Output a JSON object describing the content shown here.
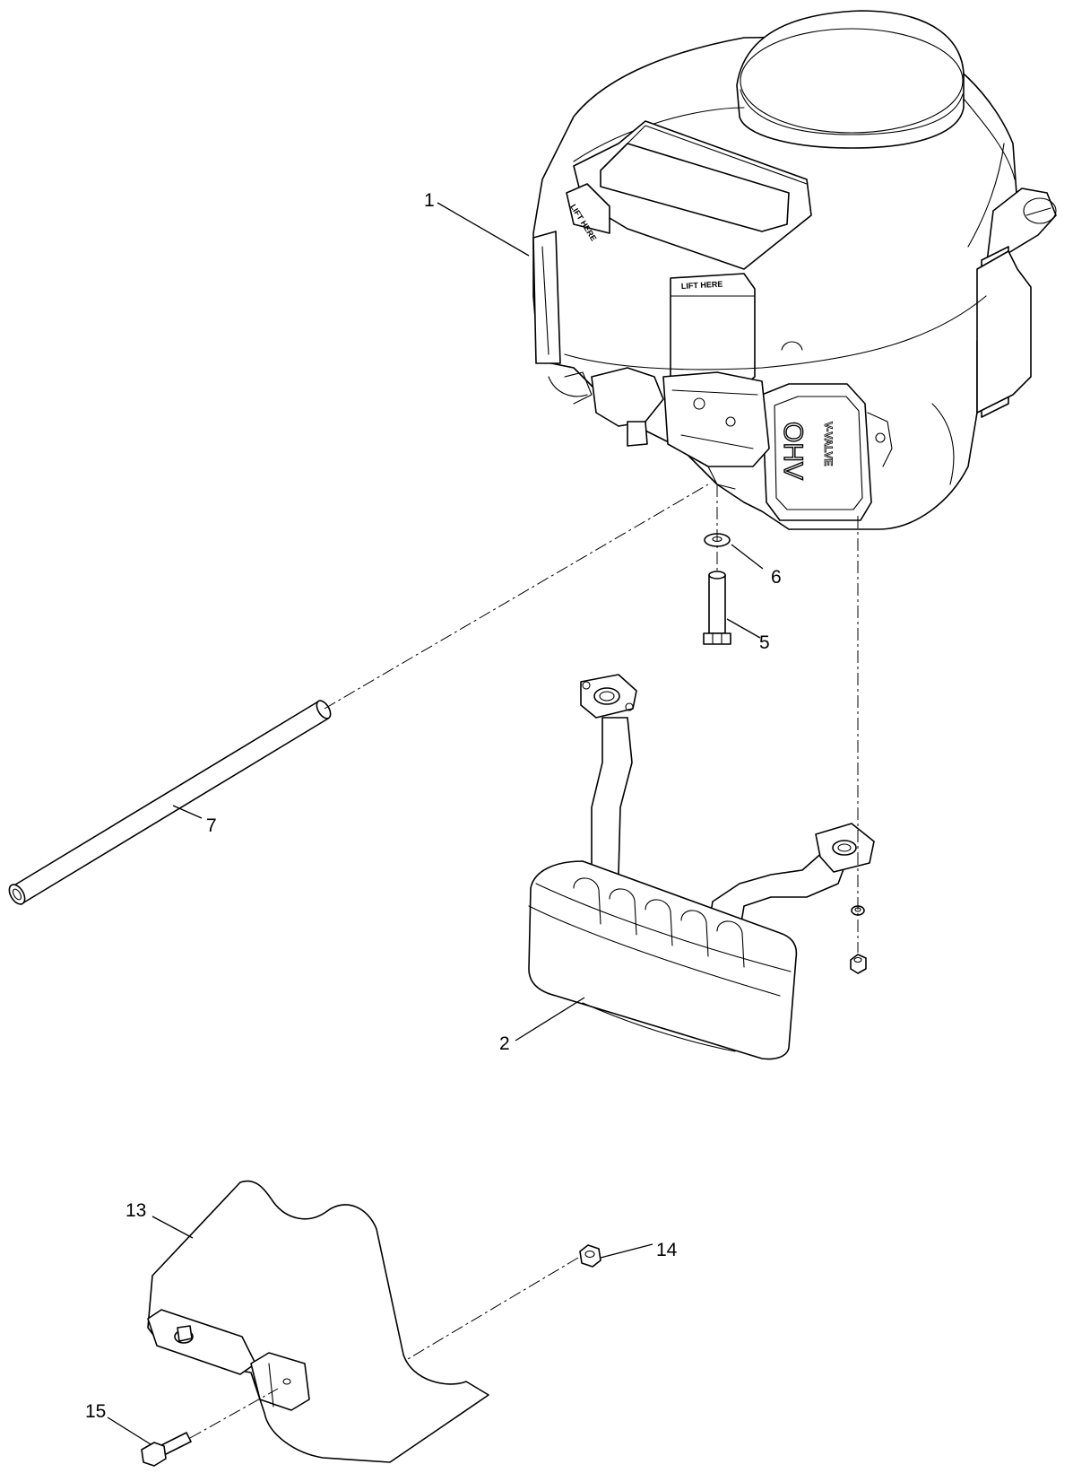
{
  "diagram": {
    "callouts": [
      {
        "id": "engine",
        "label": "1"
      },
      {
        "id": "muffler",
        "label": "2"
      },
      {
        "id": "bolt",
        "label": "5"
      },
      {
        "id": "washer",
        "label": "6"
      },
      {
        "id": "tube",
        "label": "7"
      },
      {
        "id": "heat-shield",
        "label": "13"
      },
      {
        "id": "shield-bolt",
        "label": "14"
      },
      {
        "id": "shield-nut",
        "label": "15"
      }
    ],
    "decals": {
      "lift_here_left": "LIFT HERE",
      "lift_here_front": "LIFT HERE",
      "valve_cover_brand": "OHV",
      "valve_cover_sub": "V-VALVE"
    }
  }
}
